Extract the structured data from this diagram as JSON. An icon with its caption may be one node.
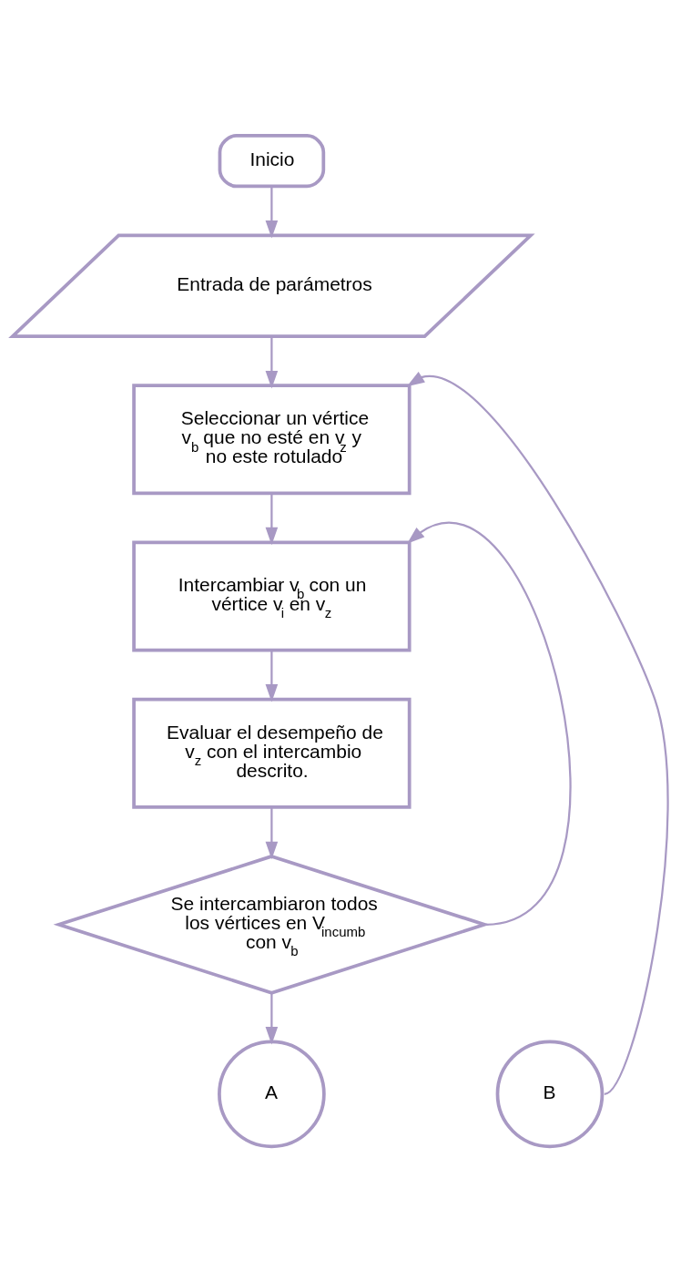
{
  "diagram": {
    "nodes": [
      {
        "text": [
          "Inicio"
        ]
      },
      {
        "text": [
          "Entrada de parámetros"
        ]
      },
      {
        "text": [
          "Seleccionar un vértice v$_{b}$ que no esté en v$_{z}$ y no este rotulado"
        ]
      },
      {
        "text": [
          "Intercambiar v$_{b}$ con un vértice v$_{i}$ en v$_{z}$"
        ]
      },
      {
        "text": [
          "Evaluar el desempeño de v$_{z}$ con el intercambio descrito."
        ]
      },
      {
        "text": [
          "Se intercambiaron todos los vértices en V$_{incumb}$ con v$_{b}$"
        ]
      },
      {
        "text": [
          "A"
        ]
      },
      {
        "text": [
          "B"
        ]
      }
    ],
    "edges": [
      {
        "from": 0,
        "to": 1,
        "arrow": "to"
      },
      {
        "from": 1,
        "to": 2,
        "arrow": "to"
      },
      {
        "from": 2,
        "to": 3,
        "arrow": "to"
      },
      {
        "from": 3,
        "to": 4,
        "arrow": "to"
      },
      {
        "from": 4,
        "to": 5,
        "arrow": "to"
      },
      {
        "from": 5,
        "to": 6,
        "arrow": "to"
      },
      {
        "from": 5,
        "to": 3,
        "arrow": "to"
      },
      {
        "from": 7,
        "to": 2,
        "arrow": "to"
      }
    ]
  }
}
